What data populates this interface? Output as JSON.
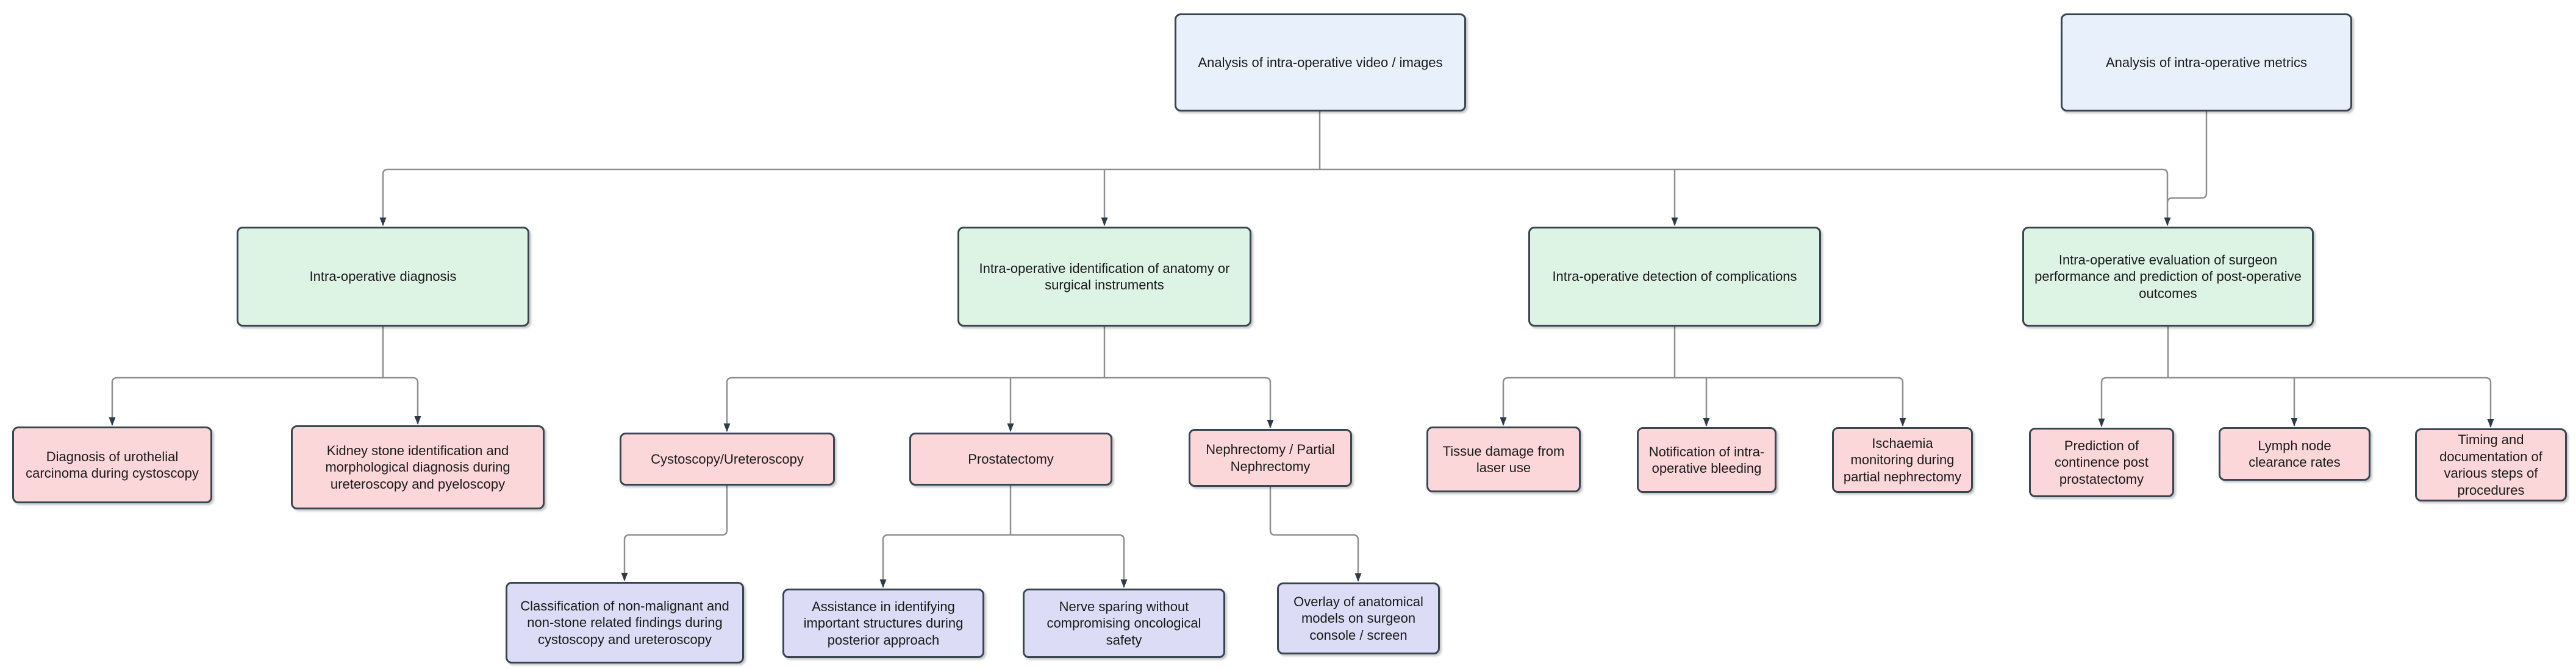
{
  "diagram": {
    "colors": {
      "level1_fill": "#e8f1fb",
      "level2_fill": "#ddf3e4",
      "level3_fill": "#fbd7da",
      "level4_fill": "#dcdcf6",
      "border": "#394652",
      "connector": "#8f8f8f",
      "arrowhead": "#2e3b49",
      "text": "#1a1a1a",
      "background": "#ffffff"
    },
    "nodes": {
      "video_images": {
        "label": "Analysis of intra-operative video / images"
      },
      "metrics": {
        "label": "Analysis of intra-operative metrics"
      },
      "diagnosis": {
        "label": "Intra-operative diagnosis"
      },
      "identification": {
        "label": "Intra-operative identification of anatomy or surgical instruments"
      },
      "complications": {
        "label": "Intra-operative detection of complications"
      },
      "evaluation": {
        "label": "Intra-operative evaluation of surgeon performance and prediction of post-operative outcomes"
      },
      "urothelial": {
        "label": "Diagnosis of urothelial carcinoma during cystoscopy"
      },
      "kidney_stone": {
        "label": "Kidney stone identification and morphological diagnosis during ureteroscopy and pyeloscopy"
      },
      "cysto_uretero": {
        "label": "Cystoscopy/Ureteroscopy"
      },
      "prostatectomy": {
        "label": "Prostatectomy"
      },
      "nephrectomy": {
        "label": "Nephrectomy / Partial Nephrectomy"
      },
      "tissue_damage": {
        "label": "Tissue damage from laser use"
      },
      "bleeding": {
        "label": "Notification of intra-operative bleeding"
      },
      "ischaemia": {
        "label": "Ischaemia monitoring during partial nephrectomy"
      },
      "continence": {
        "label": "Prediction of continence post prostatectomy"
      },
      "lymph_node": {
        "label": "Lymph node clearance rates"
      },
      "timing": {
        "label": "Timing and documentation of various steps of procedures"
      },
      "classification": {
        "label": "Classification of non-malignant and non-stone related findings during cystoscopy and ureteroscopy"
      },
      "assistance": {
        "label": "Assistance in identifying important structures during posterior approach"
      },
      "nerve_sparing": {
        "label": "Nerve sparing without compromising oncological safety"
      },
      "overlay": {
        "label": "Overlay of anatomical models on surgeon console / screen"
      }
    }
  }
}
